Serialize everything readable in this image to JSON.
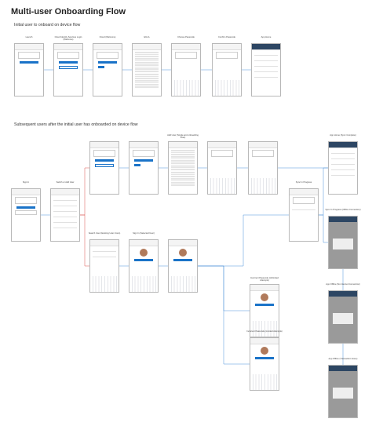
{
  "title": "Multi-user Onboarding Flow",
  "sections": {
    "initial": "Initial user to onboard on device flow",
    "subsequent": "Subsequent users after the initial user has onboarded on device flow"
  },
  "colors": {
    "accent": "#1a73c8",
    "connector": "#4a90d9",
    "connector_alt": "#d9534f",
    "dark_header": "#2d4663"
  },
  "screens": [
    {
      "caption": "Launch",
      "kind": "launch"
    },
    {
      "caption": "Cloud Identity Services Login (Welcome)",
      "kind": "login"
    },
    {
      "caption": "Cloud (Welcome)",
      "kind": "welcome"
    },
    {
      "caption": "EULA",
      "kind": "eula"
    },
    {
      "caption": "Choose Passcode",
      "kind": "passcode"
    },
    {
      "caption": "Confirm Passcode",
      "kind": "passcode"
    },
    {
      "caption": "App Home",
      "kind": "home"
    },
    {
      "caption": "Sign In",
      "kind": "signin"
    },
    {
      "caption": "Switch or Add User",
      "kind": "userlist"
    },
    {
      "caption": "",
      "kind": "login"
    },
    {
      "caption": "",
      "kind": "welcome"
    },
    {
      "caption": "Add User (Single and onboarding Flow)",
      "kind": "eula"
    },
    {
      "caption": "",
      "kind": "passcode"
    },
    {
      "caption": "",
      "kind": "passcode"
    },
    {
      "caption": "App Home (Sync Complete)",
      "kind": "home"
    },
    {
      "caption": "Sync In Progress",
      "kind": "sync"
    },
    {
      "caption": "Search User (Existing User Icons)",
      "kind": "search"
    },
    {
      "caption": "Sign In (Selected User)",
      "kind": "profile"
    },
    {
      "caption": "",
      "kind": "profile"
    },
    {
      "caption": "Sync In Progress (Offline Connection)",
      "kind": "dark"
    },
    {
      "caption": "Incorrect Passcode (Unlimited Attempts)",
      "kind": "profile"
    },
    {
      "caption": "Incorrect Passcode (Limited Attempts)",
      "kind": "profile"
    },
    {
      "caption": "App Offline (No Internet Connection)",
      "kind": "dark"
    },
    {
      "caption": "App Offline (Transaction Issue)",
      "kind": "dark"
    }
  ]
}
